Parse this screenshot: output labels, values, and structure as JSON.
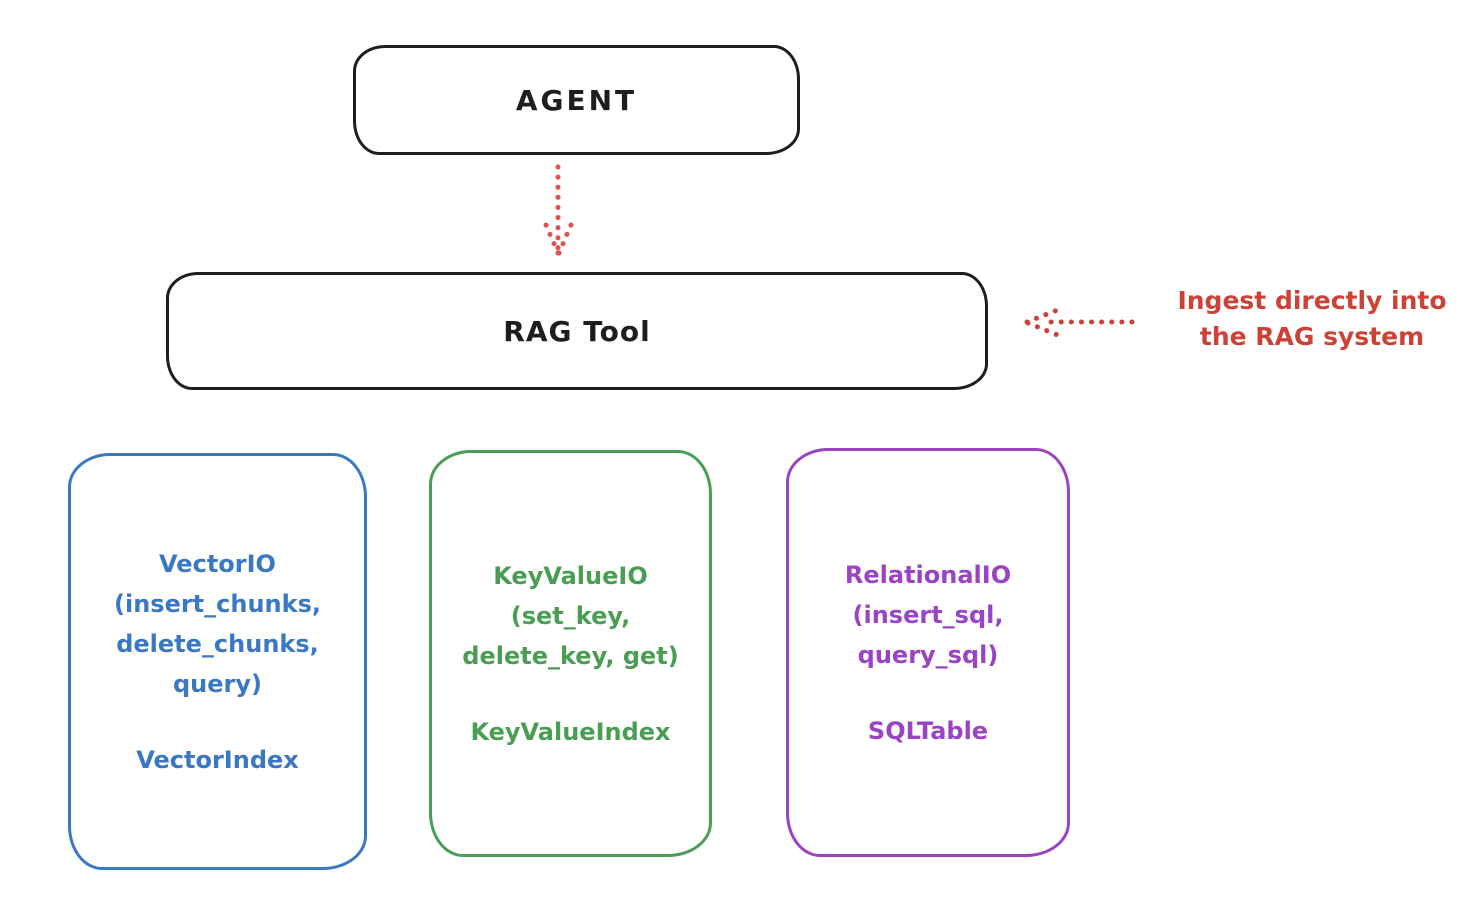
{
  "diagram": {
    "background_color": "#ffffff",
    "stroke_color": "#1e1e1e",
    "agent": {
      "label": "AGENT"
    },
    "rag_tool": {
      "label": "RAG Tool"
    },
    "annotation": {
      "text": "Ingest directly into\nthe RAG system",
      "color": "#cc4237"
    },
    "arrows": [
      {
        "name": "agent-to-rag-tool",
        "style": "dotted",
        "direction": "down",
        "color": "#e05252"
      },
      {
        "name": "annotation-to-rag-tool",
        "style": "dotted",
        "direction": "left",
        "color": "#cc4237"
      }
    ],
    "storage_boxes": [
      {
        "methods": "VectorIO\n(insert_chunks,\ndelete_chunks,\nquery)",
        "index": "VectorIndex",
        "color": "#3b78c4"
      },
      {
        "methods": "KeyValueIO\n(set_key,\ndelete_key, get)",
        "index": "KeyValueIndex",
        "color": "#4a9e54"
      },
      {
        "methods": "RelationalIO\n(insert_sql,\nquery_sql)",
        "index": "SQLTable",
        "color": "#9a43c3"
      }
    ]
  }
}
